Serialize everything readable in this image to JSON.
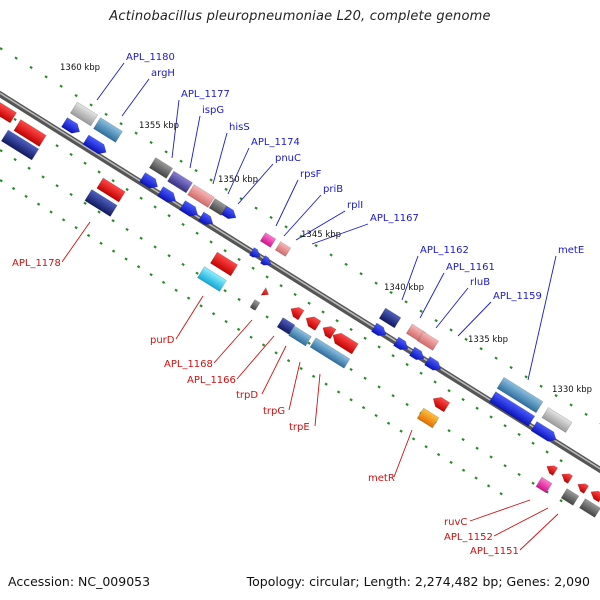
{
  "title": "Actinobacillus pleuropneumoniae L20, complete genome",
  "footer": {
    "accession": "Accession: NC_009053",
    "stats": "Topology: circular; Length: 2,274,482 bp; Genes: 2,090"
  },
  "colors": {
    "forward_label": "#1a1acc",
    "reverse_label": "#cc1111",
    "backbone": "#777777",
    "gc_dots": "#2a8a2a",
    "cds_forward": "#1a2ee6",
    "cds_reverse": "#e61a1a"
  },
  "scale_ticks": [
    "1360 kbp",
    "1355 kbp",
    "1350 kbp",
    "1345 kbp",
    "1340 kbp",
    "1335 kbp",
    "1330 kbp"
  ],
  "forward_genes": [
    "APL_1180",
    "argH",
    "APL_1177",
    "ispG",
    "hisS",
    "APL_1174",
    "pnuC",
    "rpsF",
    "priB",
    "rplI",
    "APL_1167",
    "APL_1162",
    "APL_1161",
    "rluB",
    "APL_1159",
    "metE"
  ],
  "reverse_genes": [
    "APL_1178",
    "purD",
    "APL_1168",
    "APL_1166",
    "trpD",
    "trpG",
    "trpE",
    "metR",
    "ruvC",
    "APL_1152",
    "APL_1151"
  ]
}
